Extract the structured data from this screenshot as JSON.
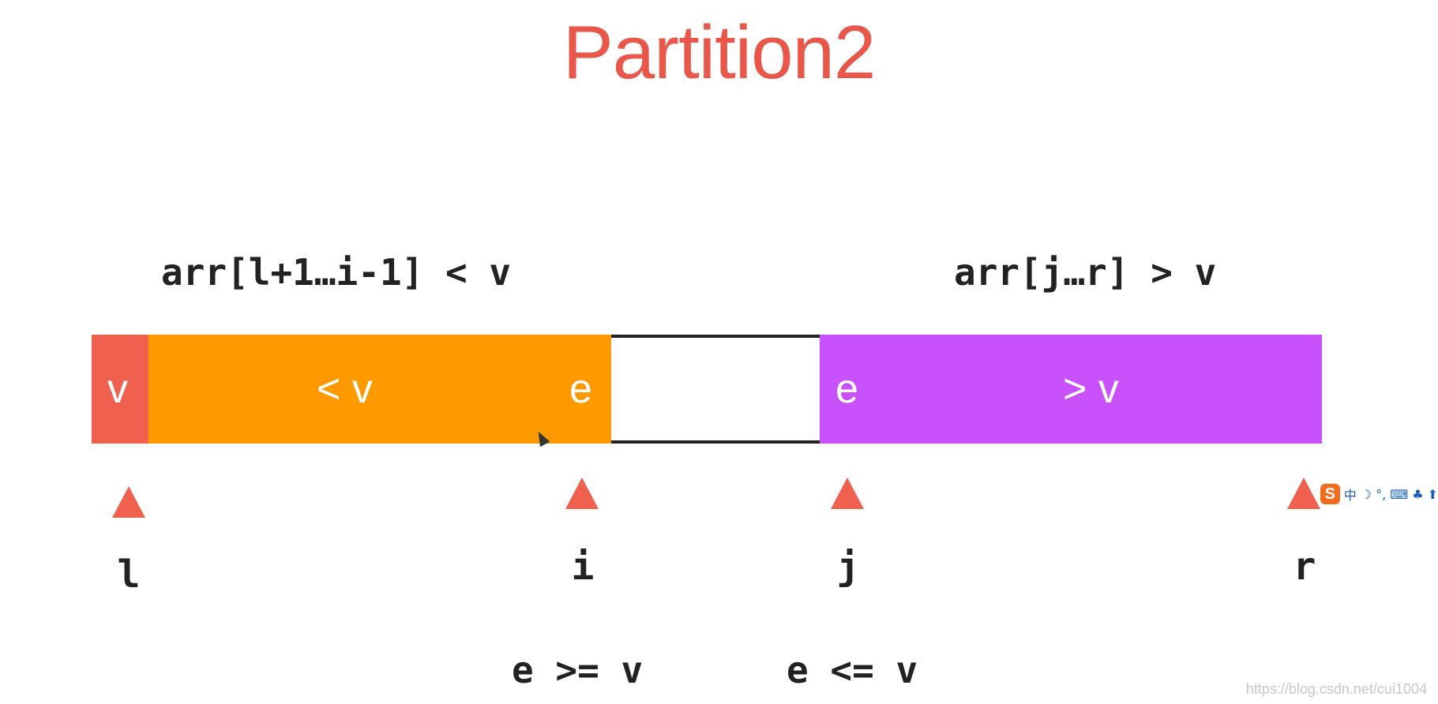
{
  "title": "Partition2",
  "ranges": {
    "left": "arr[l+1…i-1] < v",
    "right": "arr[j…r] > v"
  },
  "segments": {
    "pivot": "v",
    "less_than": "< v",
    "left_e": "e",
    "unprocessed": "",
    "right_e": "e",
    "greater_than": "> v"
  },
  "pointers": {
    "l": "l",
    "i": "i",
    "j": "j",
    "r": "r"
  },
  "conditions": {
    "at_i": "e >= v",
    "at_j": "e <= v"
  },
  "ime_toolbar": {
    "logo": "S",
    "items": [
      "中",
      "☽",
      "°,",
      "⌨",
      "♣",
      "⬆"
    ]
  },
  "watermark": "https://blog.csdn.net/cui1004",
  "colors": {
    "title": "#e8574a",
    "pivot": "#f0604f",
    "less_than": "#ff9900",
    "greater_than": "#c851fb",
    "border": "#222222",
    "pointer": "#f0604f"
  }
}
